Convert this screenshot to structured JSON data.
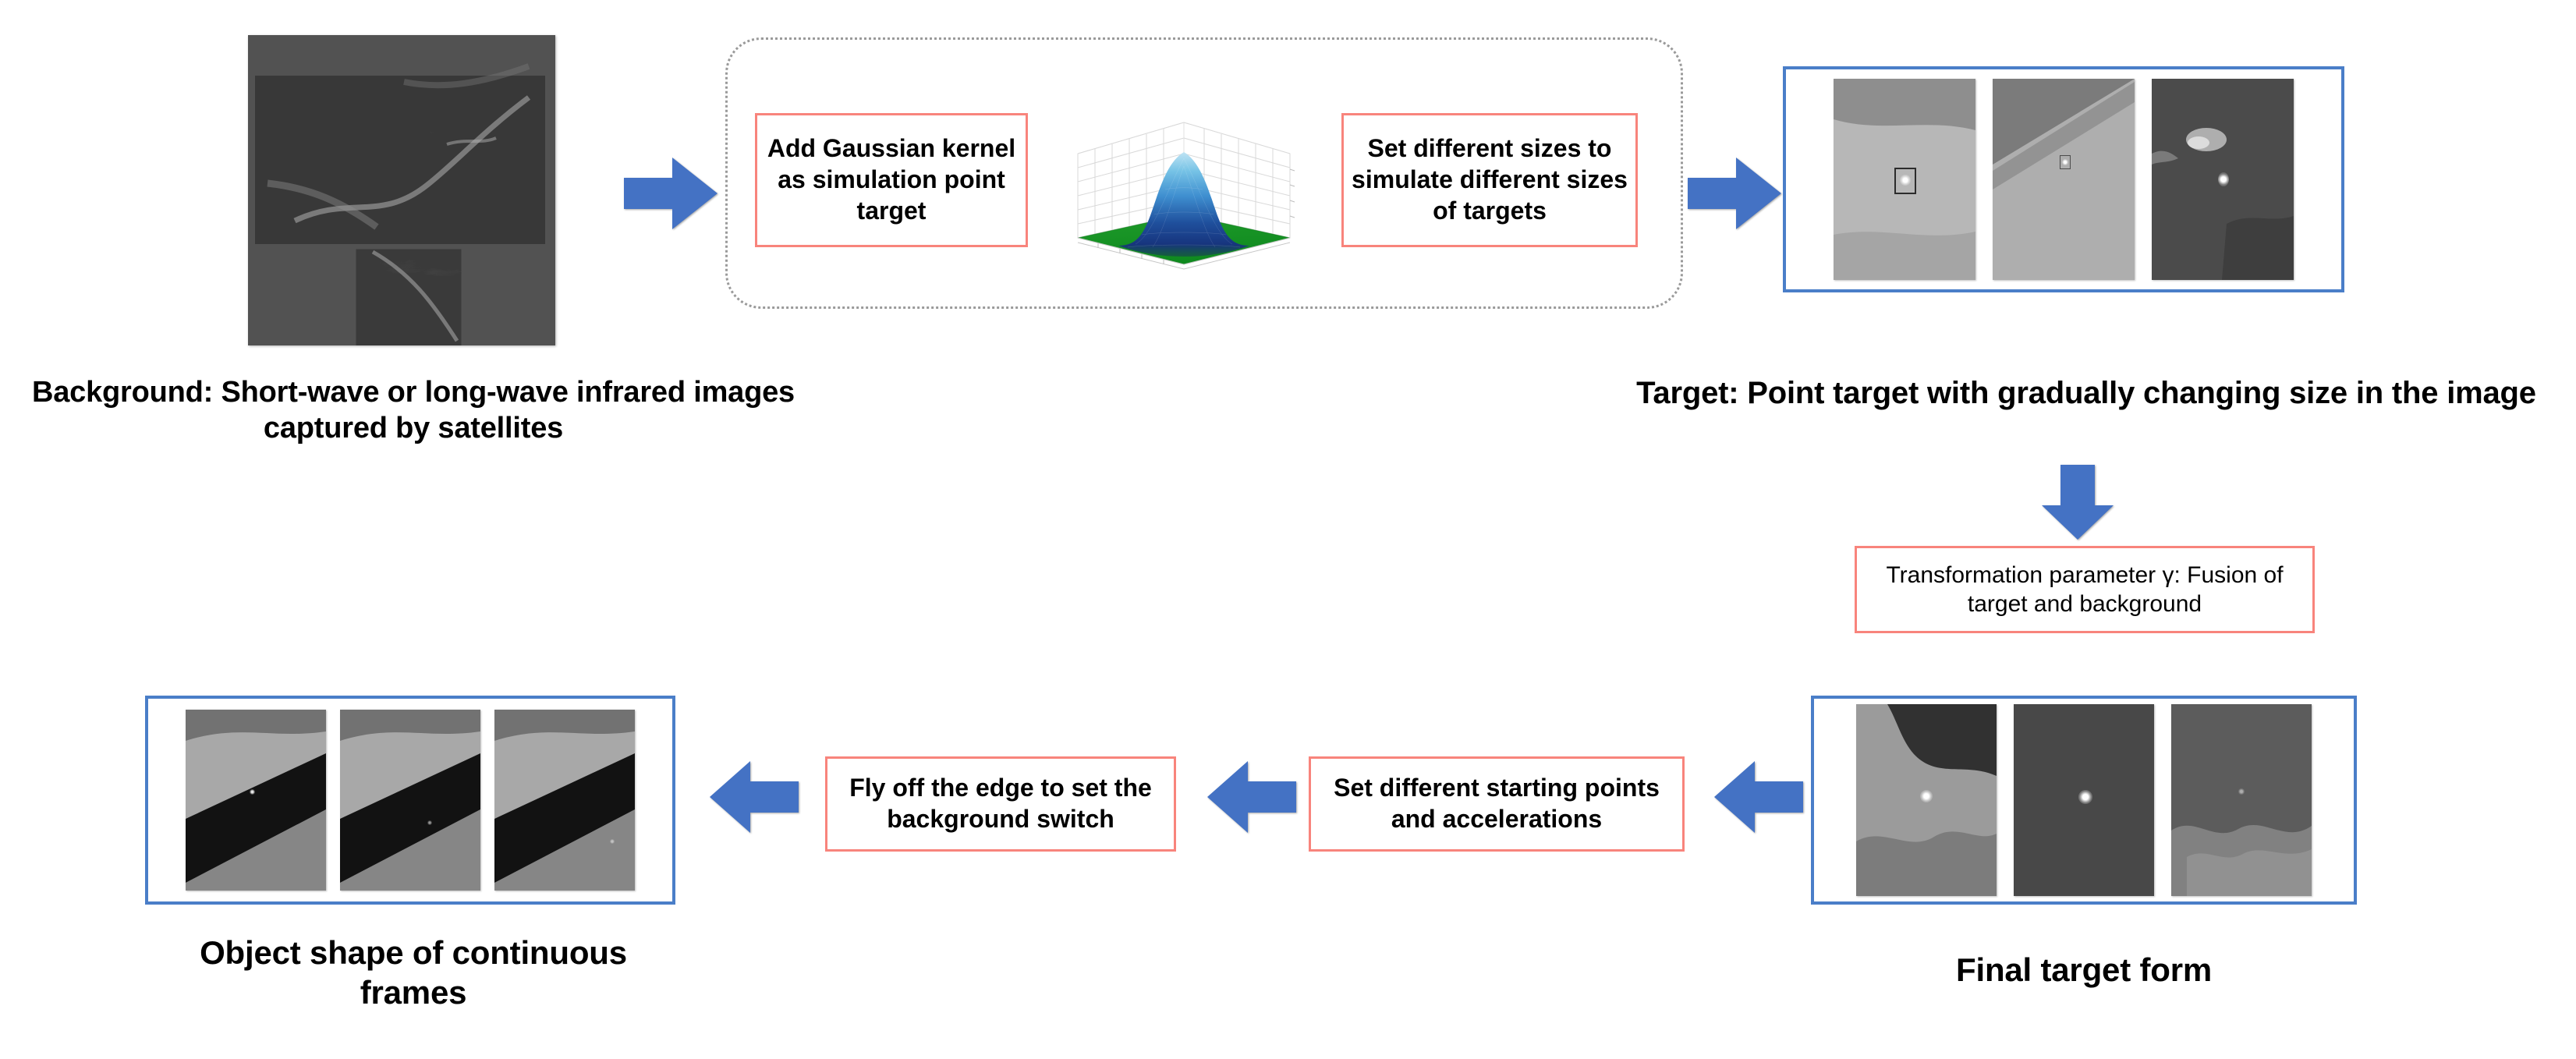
{
  "figure": {
    "title": "Infrared point target simulation pipeline",
    "colors": {
      "arrow_blue": "#4472C4",
      "panel_border_blue": "#4A7EC8",
      "box_border_red": "#F8847C",
      "dotted_gray": "#9A9A9A",
      "gaussian_peak": "#6EC6E8",
      "gaussian_mid": "#2E5FA3",
      "gaussian_base": "#1E9E2E",
      "text_black": "#000000"
    }
  },
  "captions": {
    "background": "Background: Short-wave or long-wave infrared images captured by satellites",
    "target": "Target: Point target with gradually changing size in the image",
    "object_shape": "Object shape of continuous frames",
    "final_target": "Final target form"
  },
  "process_boxes": {
    "add_gaussian": "Add Gaussian kernel as simulation point target",
    "set_sizes": "Set different sizes to simulate different sizes of targets",
    "transformation": "Transformation parameter γ: Fusion of target and background",
    "starting_points": "Set different starting points and accelerations",
    "fly_off_edge": "Fly off the edge to set the background switch"
  },
  "icons": {
    "arrow_right_1": "arrow-right-icon",
    "arrow_right_2": "arrow-right-icon",
    "arrow_down": "arrow-down-icon",
    "arrow_left_1": "arrow-left-icon",
    "arrow_left_2": "arrow-left-icon",
    "arrow_left_3": "arrow-left-icon",
    "gaussian_surface": "gaussian-surface-3d-plot"
  },
  "panels": {
    "target_panel": {
      "name": "Target point panel",
      "thumbnails": [
        {
          "id": "target-thumb-1",
          "tone": "light-gray-cloud",
          "has_box_marker": true,
          "spot": "small-bright"
        },
        {
          "id": "target-thumb-2",
          "tone": "mid-gray-diagonal",
          "has_box_marker": false,
          "spot": "tiny-faint"
        },
        {
          "id": "target-thumb-3",
          "tone": "dark-striped",
          "has_box_marker": false,
          "spot": "bright-point"
        }
      ]
    },
    "final_target_panel": {
      "name": "Final target form panel",
      "thumbnails": [
        {
          "id": "final-thumb-1",
          "tone": "mid-gray-cloud",
          "spot": "bright-point"
        },
        {
          "id": "final-thumb-2",
          "tone": "very-dark",
          "spot": "bright-point"
        },
        {
          "id": "final-thumb-3",
          "tone": "dark-with-light-bottom",
          "spot": "faint-point"
        }
      ]
    },
    "frames_panel": {
      "name": "Continuous frames panel",
      "thumbnails": [
        {
          "id": "frame-thumb-1",
          "tone": "diagonal-band",
          "spot": "faint-point"
        },
        {
          "id": "frame-thumb-2",
          "tone": "diagonal-band",
          "spot": "faint-point"
        },
        {
          "id": "frame-thumb-3",
          "tone": "diagonal-band",
          "spot": "faint-point"
        }
      ]
    },
    "background_image": {
      "name": "Satellite infrared background image",
      "tone": "dark-terrain-with-bright-ridges"
    }
  }
}
